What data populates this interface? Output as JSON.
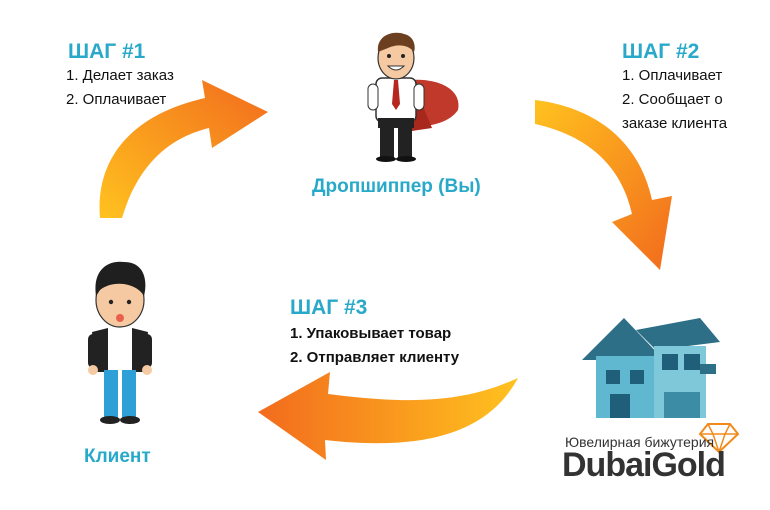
{
  "steps": {
    "step1": {
      "title": "ШАГ #1",
      "lines": [
        "1. Делает заказ",
        "2. Оплачивает"
      ]
    },
    "step2": {
      "title": "ШАГ #2",
      "lines": [
        "1. Оплачивает",
        "2. Сообщает о",
        "заказе клиента"
      ]
    },
    "step3": {
      "title": "ШАГ #3",
      "lines": [
        "1. Упаковывает товар",
        "2. Отправляет клиенту"
      ]
    }
  },
  "roles": {
    "dropshipper": "Дропшиппер (Вы)",
    "client": "Клиент"
  },
  "brand": {
    "tagline": "Ювелирная бижутерия",
    "name": "DubaiGold"
  },
  "colors": {
    "accent": "#29a9c9",
    "arrow_light": "#ffb21a",
    "arrow_dark": "#f26b1d",
    "house": "#5fb8cf",
    "diamond": "#f28a1a"
  },
  "icons": [
    "dropshipper-figure",
    "client-figure",
    "house-icon",
    "diamond-logo-icon",
    "arrow-icon"
  ]
}
